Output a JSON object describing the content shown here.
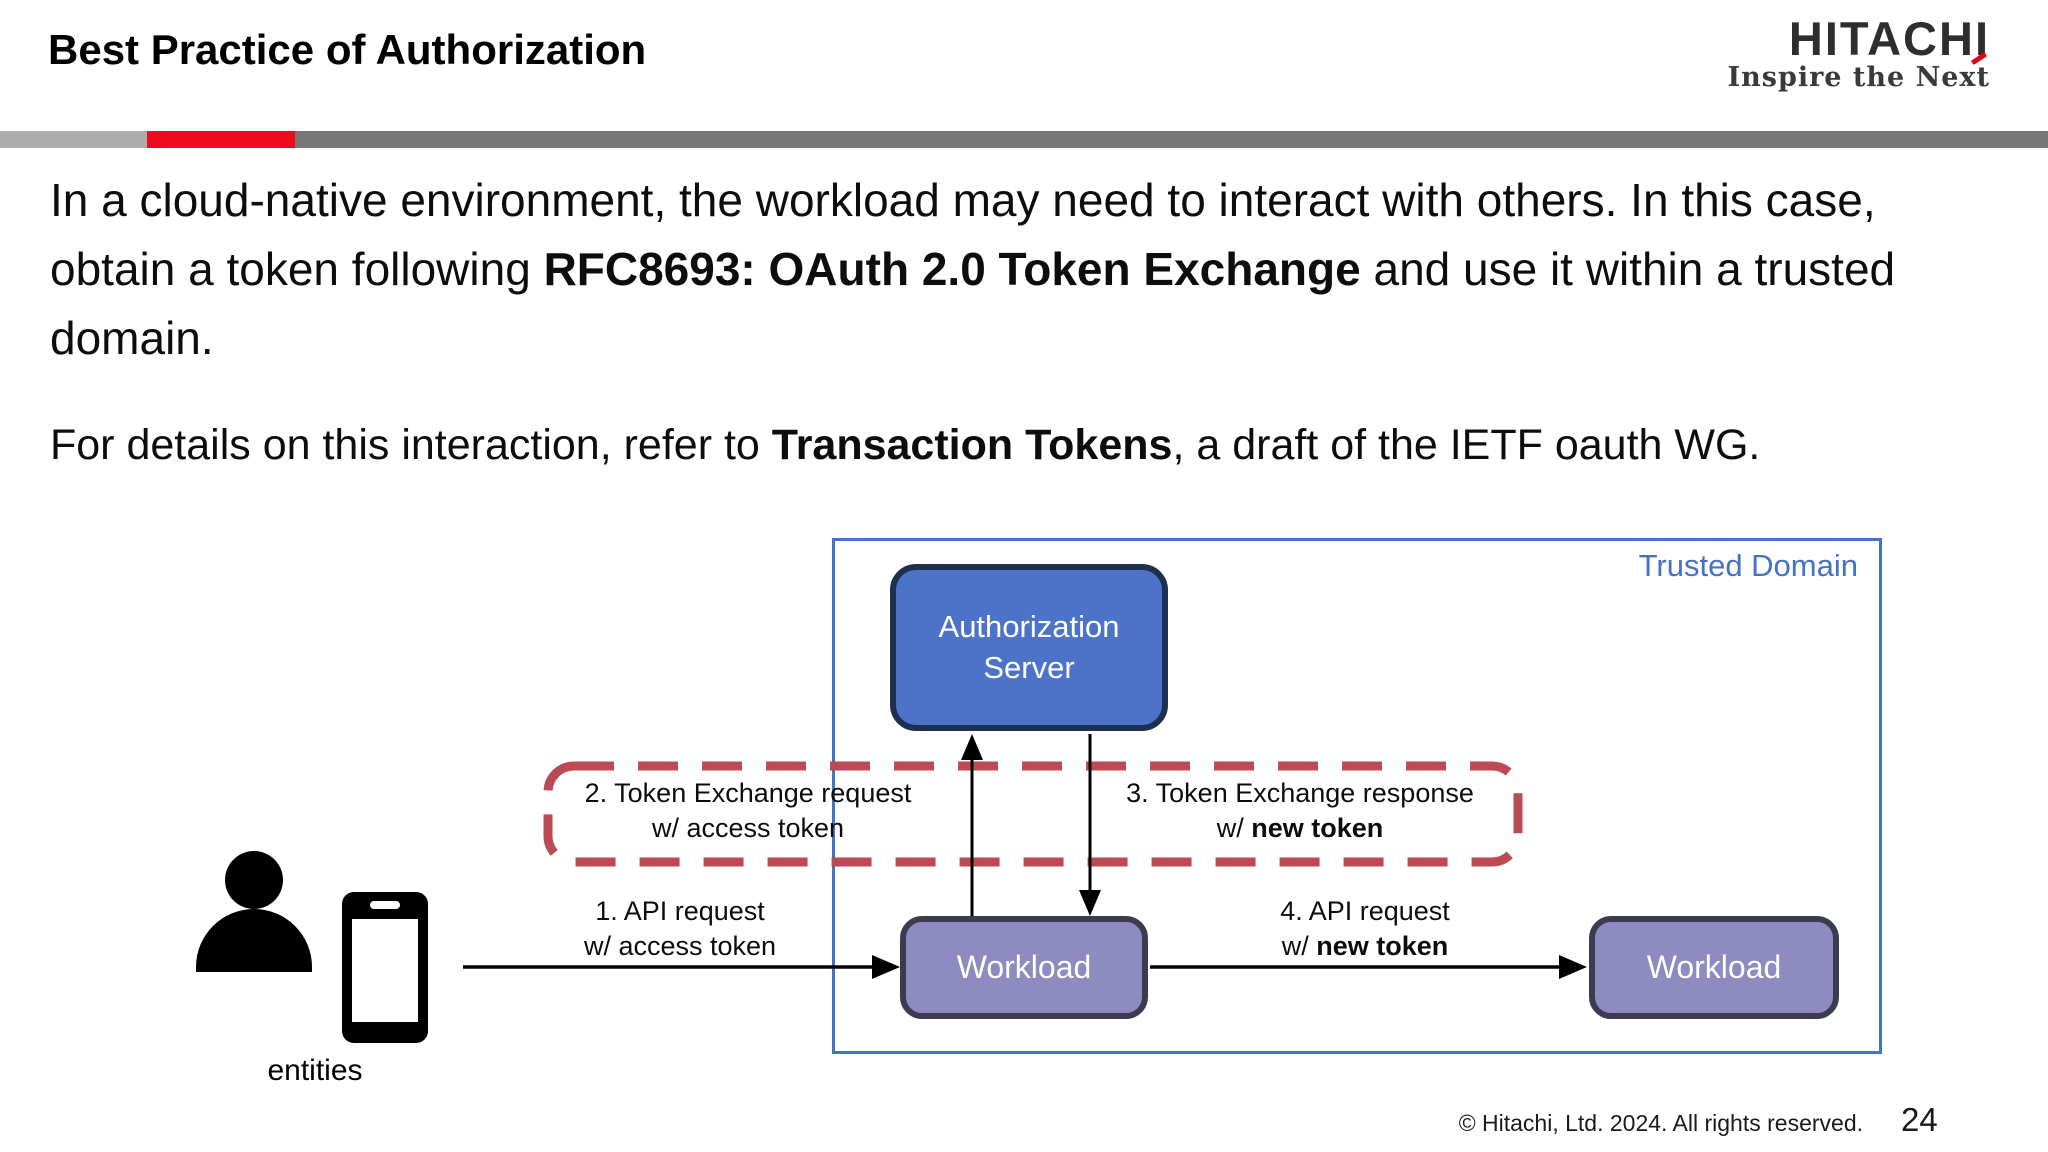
{
  "header": {
    "title": "Best Practice of Authorization",
    "logo": {
      "brand": "HITACHI",
      "tagline": "Inspire the Next"
    }
  },
  "body": {
    "para1": {
      "part1": "In a cloud-native environment, the workload may need to interact with others. In this case, obtain a token following ",
      "bold": "RFC8693: OAuth 2.0 Token Exchange",
      "part2": " and use it within a trusted domain."
    },
    "para2": {
      "part1": "For details on this interaction, refer to ",
      "bold": "Transaction Tokens",
      "part2": ", a draft of the IETF oauth WG."
    }
  },
  "diagram": {
    "trusted_domain_label": "Trusted Domain",
    "auth_server": {
      "line1": "Authorization",
      "line2": "Server"
    },
    "workload1_label": "Workload",
    "workload2_label": "Workload",
    "step1": {
      "line1": "1. API request",
      "line2": "w/ access token"
    },
    "step2": {
      "line1": "2. Token Exchange request",
      "line2": "w/ access token"
    },
    "step3": {
      "line1": "3. Token Exchange response",
      "line2_prefix": "w/ ",
      "line2_bold": "new token"
    },
    "step4": {
      "line1": "4. API request",
      "line2_prefix": "w/ ",
      "line2_bold": "new token"
    },
    "entities_label": "entities",
    "colors": {
      "trusted_domain_border": "#4472c4",
      "auth_server_fill": "#4c73c8",
      "auth_server_border": "#1e3050",
      "workload_fill": "#8d8bc0",
      "workload_border": "#3c3c50",
      "exchange_dashed_border": "#bc4a54",
      "arrow": "#000000"
    }
  },
  "top_bar_colors": {
    "light_gray": "#acacac",
    "red": "#f00a20",
    "dark_gray": "#777777"
  },
  "footer": {
    "copyright": "© Hitachi, Ltd. 2024. All rights reserved.",
    "page_number": "24"
  }
}
